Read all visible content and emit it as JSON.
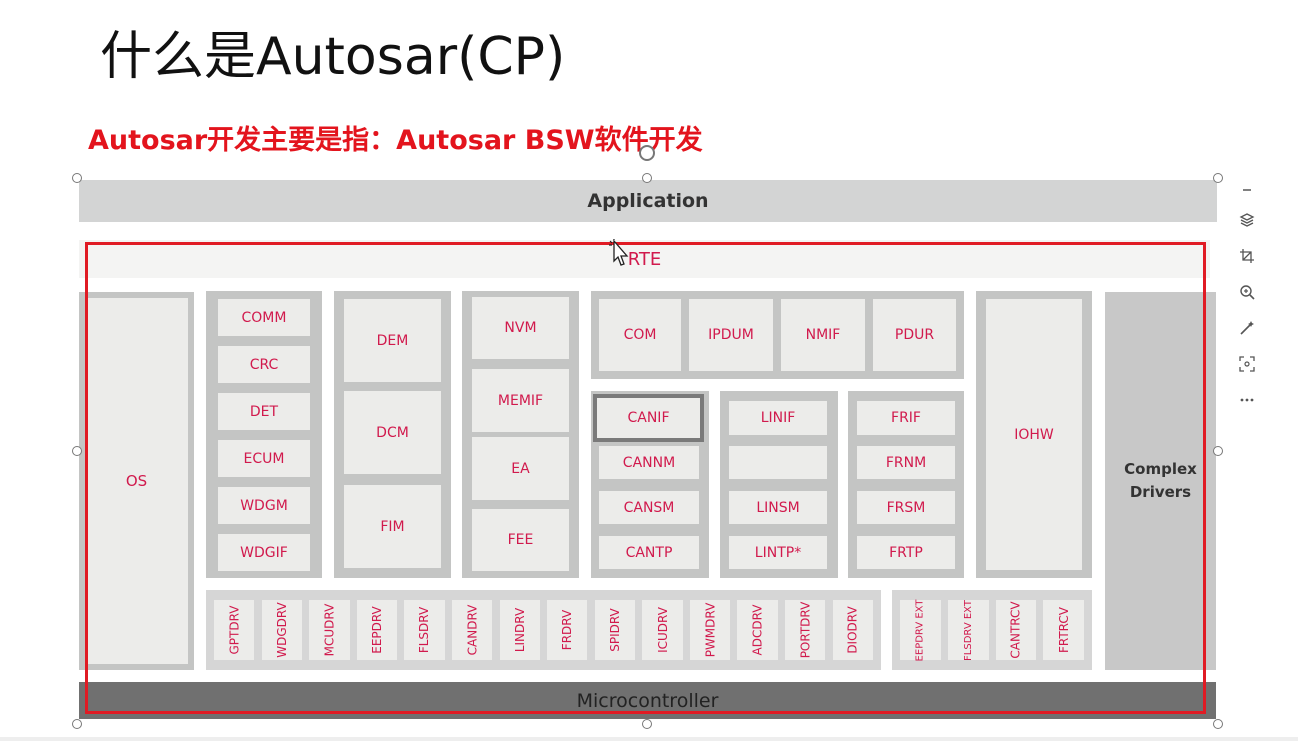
{
  "title": "什么是Autosar(CP)",
  "subtitle": "Autosar开发主要是指：Autosar BSW软件开发",
  "layers": {
    "application": "Application",
    "rte": "RTE",
    "microcontroller": "Microcontroller",
    "complex_drivers": [
      "Complex",
      "Drivers"
    ]
  },
  "modules": {
    "os": "OS",
    "system": [
      "COMM",
      "CRC",
      "DET",
      "ECUM",
      "WDGM",
      "WDGIF"
    ],
    "diagnostics": [
      "DEM",
      "DCM",
      "FIM"
    ],
    "memory": [
      "NVM",
      "MEMIF",
      "EA",
      "FEE"
    ],
    "com_services": [
      "COM",
      "IPDUM",
      "NMIF",
      "PDUR"
    ],
    "can_stack": [
      "CANIF",
      "CANNM",
      "CANSM",
      "CANTP"
    ],
    "lin_stack": [
      "LINIF",
      "",
      "LINSM",
      "LINTP*"
    ],
    "fr_stack": [
      "FRIF",
      "FRNM",
      "FRSM",
      "FRTP"
    ],
    "iohw": "IOHW",
    "mcal_drivers": [
      "GPTDRV",
      "WDGDRV",
      "MCUDRV",
      "EEPDRV",
      "FLSDRV",
      "CANDRV",
      "LINDRV",
      "FRDRV",
      "SPIDRV",
      "ICUDRV",
      "PWMDRV",
      "ADCDRV",
      "PORTDRV",
      "DIODRV"
    ],
    "external_drivers": [
      "EEPDRV EXT",
      "FLSDRV EXT",
      "CANTRCV",
      "FRTRCV"
    ]
  },
  "selected_module": "CANIF",
  "colors": {
    "module_text": "#d11a4d",
    "highlight_frame": "#e01b24",
    "subtitle": "#e3141d"
  },
  "toolbar_icons": [
    "minus-icon",
    "layers-icon",
    "crop-icon",
    "zoom-icon",
    "magic-wand-icon",
    "focus-icon",
    "more-icon"
  ]
}
